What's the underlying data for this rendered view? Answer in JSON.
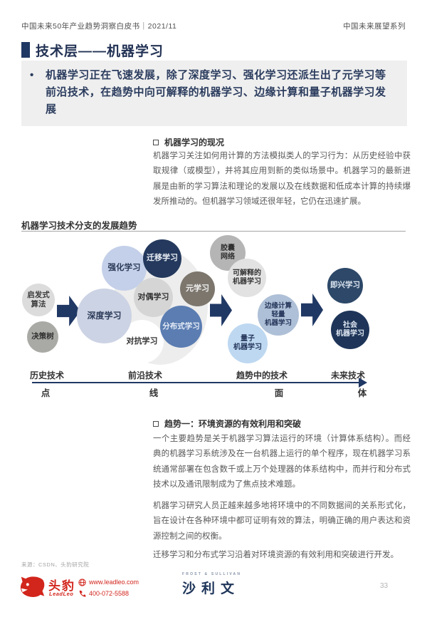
{
  "header": {
    "left": "中国未来50年产业趋势洞察白皮书｜2021/11",
    "right": "中国未来展望系列"
  },
  "title": {
    "text": "技术层——机器学习"
  },
  "callout": {
    "bullet": "•",
    "text": "机器学习正在飞速发展，除了深度学习、强化学习还派生出了元学习等前沿技术，在趋势中向可解释的机器学习、边缘计算和量子机器学习发展"
  },
  "section_status": {
    "heading": "机器学习的现况",
    "body": "机器学习关注如何用计算的方法模拟类人的学习行为：从历史经验中获取规律（或模型），并将其应用到新的类似场景中。机器学习的最新进展是由新的学习算法和理论的发展以及在线数据和低成本计算的持续爆发所推动的。但机器学习领域还很年轻，它仍在迅速扩展。"
  },
  "diagram": {
    "title": "机器学习技术分支的发展趋势",
    "nodes": [
      {
        "label": "启发式\n算法"
      },
      {
        "label": "决策树"
      },
      {
        "label": "深度学习"
      },
      {
        "label": "强化学习"
      },
      {
        "label": "迁移学习"
      },
      {
        "label": "对偶学习"
      },
      {
        "label": "对抗学习"
      },
      {
        "label": "分布式学习"
      },
      {
        "label": "元学习"
      },
      {
        "label": "胶囊\n网络"
      },
      {
        "label": "可解释的\n机器学习"
      },
      {
        "label": "边缘计算\n轻量\n机器学习"
      },
      {
        "label": "量子\n机器学习"
      },
      {
        "label": "即兴学习"
      },
      {
        "label": "社会\n机器学习"
      }
    ],
    "timeline": {
      "stages": [
        {
          "top": "历史技术",
          "bottom": "点"
        },
        {
          "top": "前沿技术",
          "bottom": "线"
        },
        {
          "top": "趋势中的技术",
          "bottom": "面"
        },
        {
          "top": "未来技术",
          "bottom": "体"
        }
      ]
    }
  },
  "section_trend": {
    "heading": "趋势一：环境资源的有效利用和突破",
    "paragraphs": [
      "一个主要趋势是关于机器学习算法运行的环境（计算体系结构）。而经典的机器学习系统涉及在一台机器上运行的单个程序，现在机器学习系统通常部署在包含数千或上万个处理器的体系结构中，而并行和分布式技术以及通讯限制成为了焦点技术难题。",
      "机器学习研究人员正越来越多地将环境中的不同数据间的关系形式化，旨在设计在各种环境中都可证明有效的算法，明确正确的用户表达和资源控制之间的权衡。",
      "迁移学习和分布式学习沿着对环境资源的有效利用和突破进行开发。"
    ]
  },
  "footer": {
    "source": "来源：CSDN、头豹研究院",
    "leadleo": {
      "name": "头豹",
      "latin": "LeadLeo",
      "website": "www.leadleo.com",
      "phone": "400-072-5588"
    },
    "sullivan": {
      "en": "FROST & SULLIVAN",
      "cn": "沙利文"
    },
    "page_number": "33"
  },
  "colors": {
    "accent_navy": "#203864",
    "dark_node": "#1e3559",
    "mid_blue_node": "#5b7db2",
    "light_blue_node": "#ccd3e4",
    "brand_red": "#d2251c",
    "callout_bg": "#efefef",
    "body_text": "#595959"
  }
}
